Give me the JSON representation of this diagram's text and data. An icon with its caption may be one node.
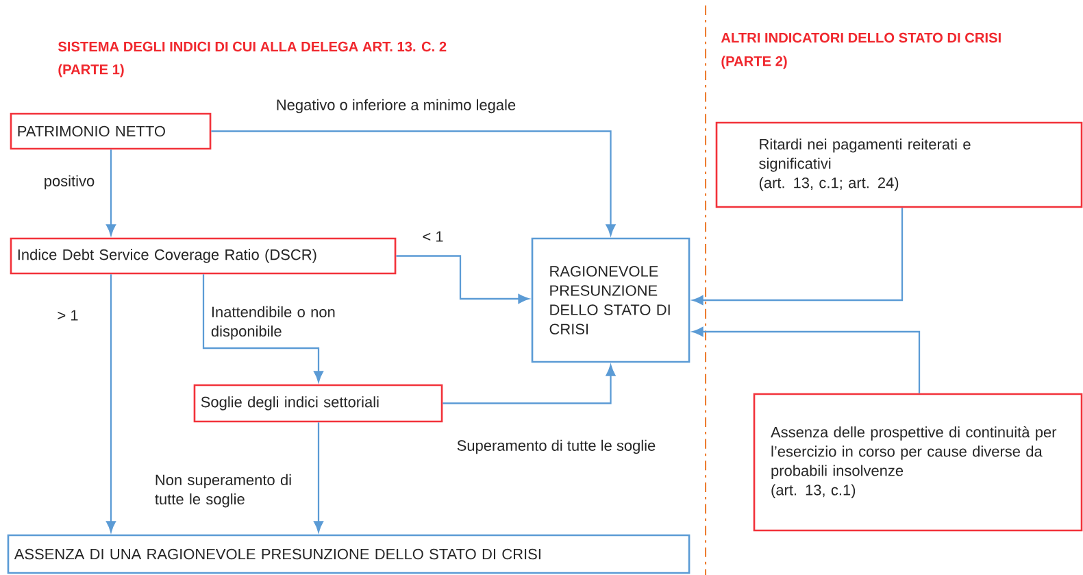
{
  "diagram": {
    "nodes": [
      {
        "text": [
          "PATRIMONIO NETTO"
        ]
      },
      {
        "text": [
          "Indice Debt Service Coverage Ratio (DSCR)"
        ]
      },
      {
        "text": [
          "RAGIONEVOLE PRESUNZIONE DELLO STATO DI CRISI"
        ]
      },
      {
        "text": [
          "Soglie degli indici settoriali"
        ]
      },
      {
        "text": [
          "ASSENZA DI UNA RAGIONEVOLE PRESUNZIONE DELLO STATO DI CRISI"
        ]
      },
      {
        "text": [
          "Ritardi nei pagamenti reiterati e significativi",
          "(art. 13, c.1; art. 24)"
        ]
      },
      {
        "text": [
          "Assenza delle prospettive di continuità per l’esercizio in corso per cause diverse da probabili insolvenze",
          "(art. 13, c.1)"
        ]
      }
    ],
    "edges": [
      {
        "from": 0,
        "to": 2,
        "arrow": "to",
        "label": "Negativo o inferiore a minimo legale"
      },
      {
        "from": 0,
        "to": 1,
        "arrow": "to",
        "label": "positivo"
      },
      {
        "from": 1,
        "to": 2,
        "arrow": "to",
        "label": "< 1"
      },
      {
        "from": 1,
        "to": 4,
        "arrow": "to",
        "label": "> 1"
      },
      {
        "from": 1,
        "to": 3,
        "arrow": "to",
        "label": "Inattendibile o non disponibile"
      },
      {
        "from": 3,
        "to": 2,
        "arrow": "to",
        "label": "Superamento di tutte le soglie"
      },
      {
        "from": 3,
        "to": 4,
        "arrow": "to",
        "label": "Non superamento di tutte le soglie"
      },
      {
        "from": 5,
        "to": 2,
        "arrow": "to"
      },
      {
        "from": 6,
        "to": 2,
        "arrow": "to"
      }
    ],
    "labels": [
      "SISTEMA DEGLI INDICI DI CUI ALLA DELEGA ART. 13. C. 2",
      "(PARTE 1)",
      "ALTRI INDICATORI DELLO STATO DI CRISI",
      "(PARTE 2)"
    ]
  }
}
